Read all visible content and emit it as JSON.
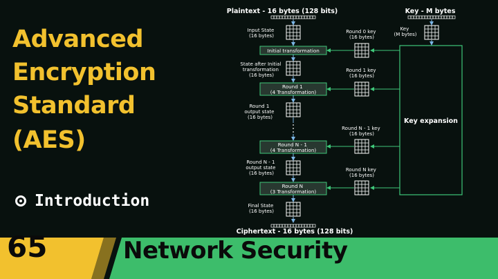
{
  "title_lines": [
    "Advanced",
    "Encryption",
    "Standard",
    "(AES)"
  ],
  "intro_label": "Introduction",
  "episode_number": "65",
  "series_title": "Network Security",
  "diagram": {
    "plaintext": "Plaintext - 16 bytes (128 bits)",
    "key_top": "Key - M bytes",
    "input_state": [
      "Input State",
      "(16 bytes)"
    ],
    "key_side": [
      "Key",
      "(M bytes)"
    ],
    "round0_key": [
      "Round 0 key",
      "(16 bytes)"
    ],
    "initial_transformation": "Initial transformation",
    "state_after_initial": [
      "State after Initial",
      "transformation",
      "(16 bytes)"
    ],
    "round1_key": [
      "Round 1 key",
      "(16 bytes)"
    ],
    "round1_box": [
      "Round 1",
      "(4 Transformation)"
    ],
    "round1_output": [
      "Round 1",
      "output state",
      "(16 bytes)"
    ],
    "key_expansion": "Key expansion",
    "roundN1_key": [
      "Round N - 1 key",
      "(16 bytes)"
    ],
    "roundN1_box": [
      "Round N - 1",
      "(4 Transformation)"
    ],
    "roundN1_output": [
      "Round N - 1",
      "output state",
      "(16 bytes)"
    ],
    "roundN_key": [
      "Round N key",
      "(16 bytes)"
    ],
    "roundN_box": [
      "Round N",
      "(3 Transformation)"
    ],
    "final_state": [
      "Final State",
      "(16 bytes)"
    ],
    "ciphertext": "Ciphertext - 16 bytes (128 bits)"
  },
  "colors": {
    "background": "#08110e",
    "title_yellow": "#f2c12e",
    "accent_green": "#3fc87a",
    "box_fill": "#bff0cf",
    "arrow_blue": "#7cb6e6",
    "band_yellow": "#f2c12e",
    "band_green": "#3dbd6b"
  }
}
